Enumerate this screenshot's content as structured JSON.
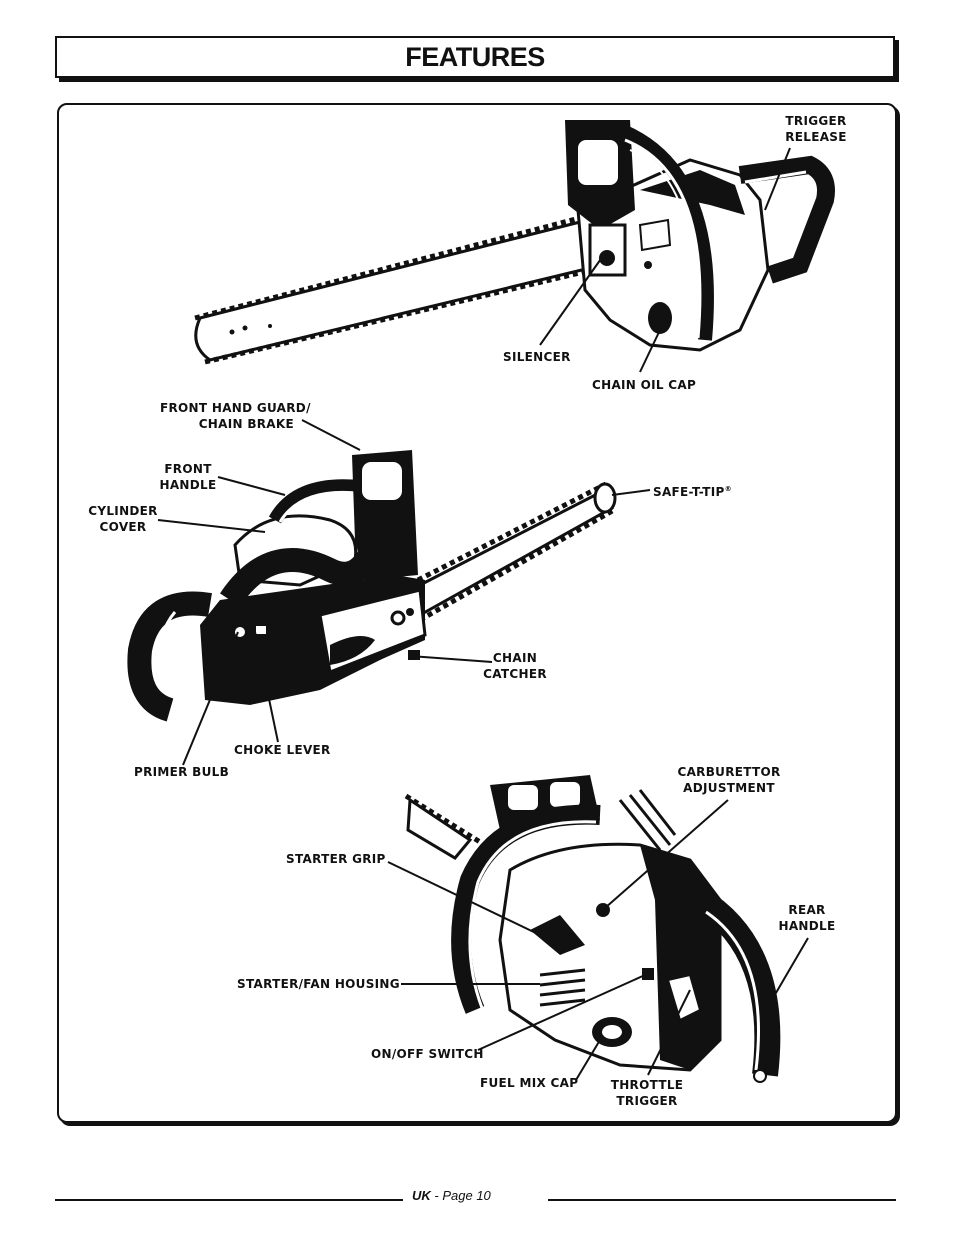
{
  "header": {
    "title": "FEATURES"
  },
  "labels": {
    "trigger_release": [
      "TRIGGER",
      "RELEASE"
    ],
    "silencer": [
      "SILENCER"
    ],
    "chain_oil_cap": [
      "CHAIN OIL CAP"
    ],
    "front_hand_guard": [
      "FRONT HAND GUARD/",
      "CHAIN BRAKE"
    ],
    "front_handle": [
      "FRONT",
      "HANDLE"
    ],
    "cylinder_cover": [
      "CYLINDER",
      "COVER"
    ],
    "safe_t_tip": "SAFE-T-TIP",
    "safe_t_tip_mark": "®",
    "chain_catcher": [
      "CHAIN",
      "CATCHER"
    ],
    "choke_lever": [
      "CHOKE LEVER"
    ],
    "primer_bulb": [
      "PRIMER BULB"
    ],
    "carburettor_adjustment": [
      "CARBURETTOR",
      "ADJUSTMENT"
    ],
    "starter_grip": [
      "STARTER GRIP"
    ],
    "rear_handle": [
      "REAR",
      "HANDLE"
    ],
    "starter_fan_housing": [
      "STARTER/FAN HOUSING"
    ],
    "on_off_switch": [
      "ON/OFF SWITCH"
    ],
    "fuel_mix_cap": [
      "FUEL MIX CAP"
    ],
    "throttle_trigger": [
      "THROTTLE",
      "TRIGGER"
    ]
  },
  "footer": {
    "region": "UK",
    "separator": " - ",
    "page_label": "Page 10"
  }
}
